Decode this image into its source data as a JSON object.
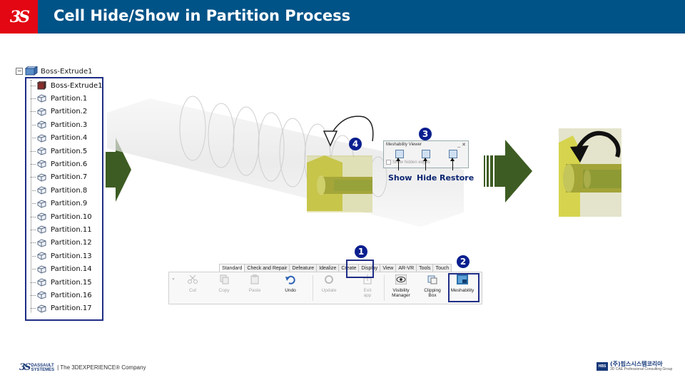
{
  "header": {
    "logo_text": "3S",
    "title": "Cell Hide/Show in Partition Process"
  },
  "tree": {
    "root": "Boss-Extrude1",
    "items": [
      "Boss-Extrude1",
      "Partition.1",
      "Partition.2",
      "Partition.3",
      "Partition.4",
      "Partition.5",
      "Partition.6",
      "Partition.7",
      "Partition.8",
      "Partition.9",
      "Partition.10",
      "Partition.11",
      "Partition.12",
      "Partition.13",
      "Partition.14",
      "Partition.15",
      "Partition.16",
      "Partition.17"
    ]
  },
  "steps": {
    "s1": "1",
    "s2": "2",
    "s3": "3",
    "s4": "4"
  },
  "meshability_viewer": {
    "title": "Meshability Viewer",
    "controls": "_ ✕",
    "checkbox_label": "Show hidden edges",
    "show_label": "Show",
    "hide_label": "Hide",
    "restore_label": "Restore"
  },
  "ribbon": {
    "tabs": [
      "Standard",
      "Check and Repair",
      "Defeature",
      "Idealize",
      "Create",
      "Display",
      "View",
      "AR-VR",
      "Tools",
      "Touch"
    ],
    "buttons": {
      "cut": "Cut",
      "copy": "Copy",
      "paste": "Paste",
      "undo": "Undo",
      "update": "Update",
      "exit_app_1": "Exit",
      "exit_app_2": "app",
      "visibility_1": "Visibility",
      "visibility_2": "Manager",
      "clipping_1": "Clipping",
      "clipping_2": "Box",
      "meshability": "Meshability"
    }
  },
  "footer": {
    "brand_1": "DASSAULT",
    "brand_2": "SYSTEMES",
    "tagline": "| The 3DEXPERIENCE® Company",
    "partner_badge": "HBS",
    "partner_name": "(주)핍스시스템코리아",
    "partner_sub": "3D CAE Professional Consulting Group"
  },
  "colors": {
    "header_bg": "#005387",
    "logo_red": "#e30613",
    "highlight": "#1f2d86",
    "step_blue": "#0a1f8f",
    "arrow_green": "#3d5c23",
    "part_yellow": "#c8c845"
  }
}
